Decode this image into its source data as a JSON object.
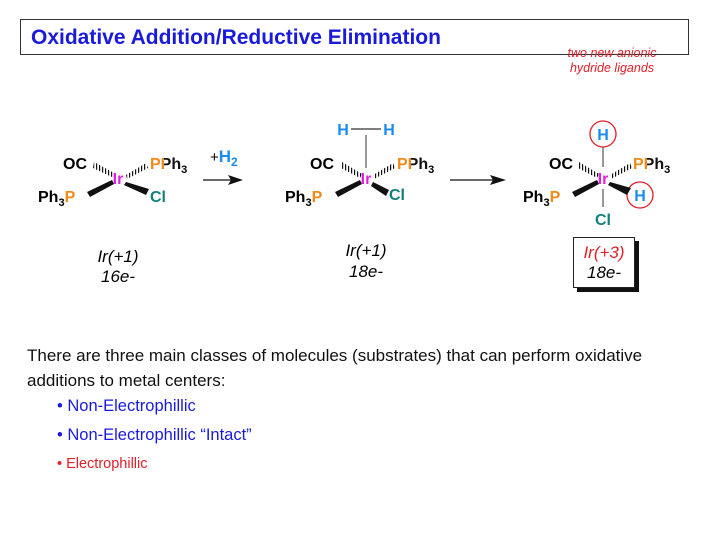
{
  "title": "Oxidative Addition/Reductive Elimination",
  "colors": {
    "title": "#1a1adb",
    "ir": "#e020e0",
    "p": "#f08a1a",
    "cl": "#138080",
    "h": "#1a8cf0",
    "red": "#e0202a",
    "bullet_blue": "#1a1adb"
  },
  "annotation": {
    "line1": "two new anionic",
    "line2": "hydride ligands"
  },
  "reagent": {
    "plus": "+",
    "h": "H",
    "sub": "2"
  },
  "complexes": [
    {
      "metal": "Ir",
      "oc": "OC",
      "pph3": "PPh",
      "ph3p_a": "Ph",
      "ph3p_b": "P",
      "sub": "3",
      "cl": "Cl",
      "ox": "Ir(+1)",
      "electrons": "16e-"
    },
    {
      "metal": "Ir",
      "oc": "OC",
      "pph3": "PPh",
      "ph3p_a": "Ph",
      "ph3p_b": "P",
      "sub": "3",
      "cl": "Cl",
      "h1": "H",
      "h2": "H",
      "ox": "Ir(+1)",
      "electrons": "18e-"
    },
    {
      "metal": "Ir",
      "oc": "OC",
      "pph3": "PPh",
      "ph3p_a": "Ph",
      "ph3p_b": "P",
      "sub": "3",
      "cl": "Cl",
      "h1": "H",
      "h2": "H",
      "ox": "Ir(+3)",
      "electrons": "18e-"
    }
  ],
  "body": {
    "intro": "There are three main classes of molecules (substrates) that can perform oxidative additions to metal centers:",
    "bullets": [
      "• Non-Electrophillic",
      "• Non-Electrophillic “Intact”",
      "• Electrophillic"
    ]
  }
}
